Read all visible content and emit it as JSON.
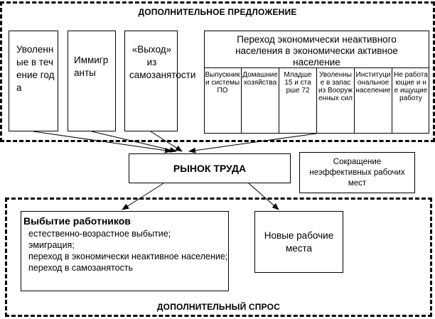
{
  "supply": {
    "title": "ДОПОЛНИТЕЛЬНОЕ ПРЕДЛОЖЕНИЕ",
    "boxes": [
      {
        "label": "Уволенные в течение года"
      },
      {
        "label": "Иммигранты"
      },
      {
        "label": "«Выход» из самозанятости"
      }
    ],
    "transition": {
      "title": "Переход экономически неактивного населения в экономически активное население",
      "groups": [
        {
          "label": "Выпускники системы ПО"
        },
        {
          "label": "Домашние хозяйства"
        },
        {
          "label": "Младше 15 и старше 72"
        },
        {
          "label": "Уволенные в запас из Вооруженных сил"
        },
        {
          "label": "Институциональное население"
        },
        {
          "label": "Не работающие и не ищущие работу"
        }
      ]
    }
  },
  "market": {
    "label": "РЫНОК ТРУДА"
  },
  "reduction": {
    "label": "Сокращение неэффективных рабочих мест"
  },
  "demand": {
    "title": "ДОПОЛНИТЕЛЬНЫЙ СПРОС",
    "attrition": {
      "title": "Выбытие работников",
      "items": [
        "естественно-возрастное выбытие;",
        "эмиграция;",
        "переход в экономически неактивное население;",
        "переход в самозанятость"
      ]
    },
    "new_jobs": {
      "label": "Новые рабочие места"
    }
  }
}
